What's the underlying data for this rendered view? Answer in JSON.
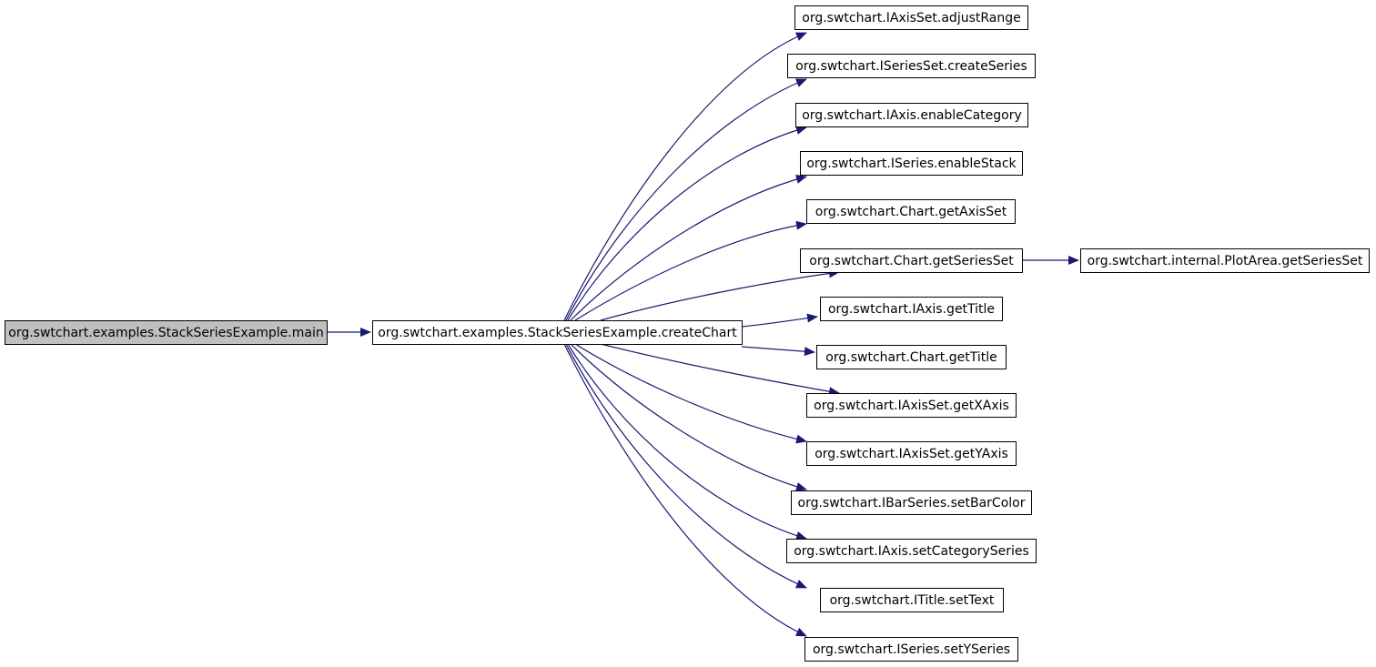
{
  "graph": {
    "colors": {
      "edge": "#191970",
      "node_border": "#000000",
      "root_fill": "#bfbfbf",
      "node_fill": "#ffffff",
      "text": "#000000"
    },
    "root": "org.swtchart.examples.StackSeriesExample.main",
    "caller": "org.swtchart.examples.StackSeriesExample.createChart",
    "callees": [
      "org.swtchart.IAxisSet.adjustRange",
      "org.swtchart.ISeriesSet.createSeries",
      "org.swtchart.IAxis.enableCategory",
      "org.swtchart.ISeries.enableStack",
      "org.swtchart.Chart.getAxisSet",
      "org.swtchart.Chart.getSeriesSet",
      "org.swtchart.IAxis.getTitle",
      "org.swtchart.Chart.getTitle",
      "org.swtchart.IAxisSet.getXAxis",
      "org.swtchart.IAxisSet.getYAxis",
      "org.swtchart.IBarSeries.setBarColor",
      "org.swtchart.IAxis.setCategorySeries",
      "org.swtchart.ITitle.setText",
      "org.swtchart.ISeries.setYSeries"
    ],
    "secondary": "org.swtchart.internal.PlotArea.getSeriesSet"
  }
}
